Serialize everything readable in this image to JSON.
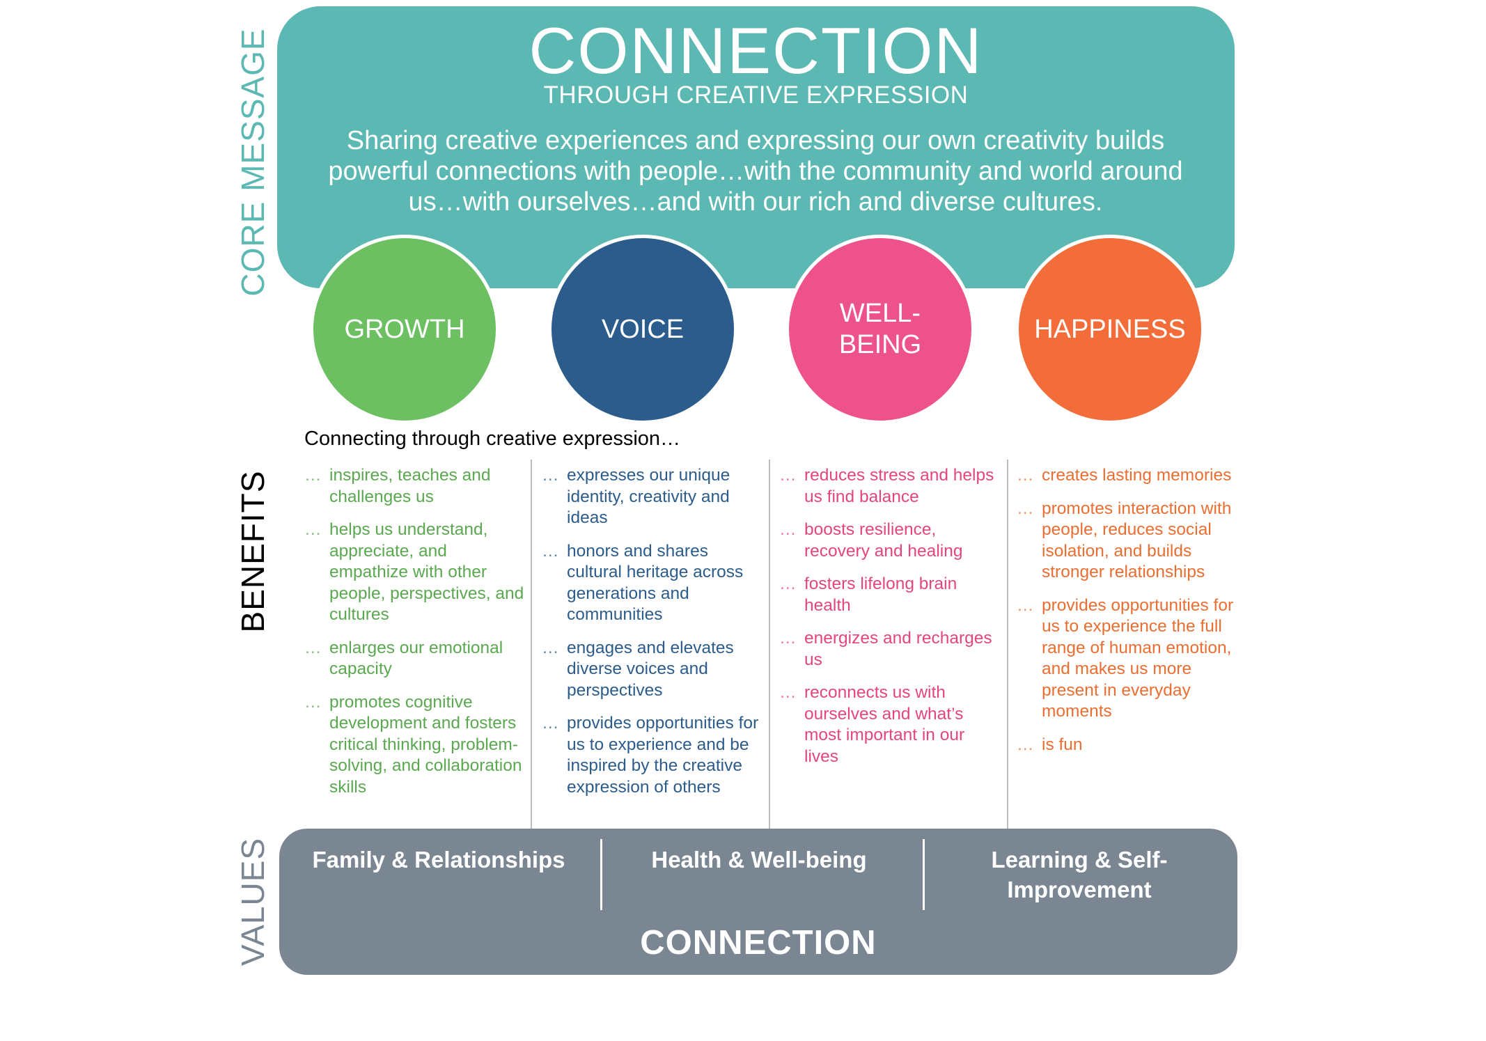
{
  "side_labels": {
    "core": "CORE MESSAGE",
    "benefits": "BENEFITS",
    "values": "VALUES"
  },
  "core": {
    "title": "CONNECTION",
    "subtitle": "THROUGH CREATIVE EXPRESSION",
    "body": "Sharing creative experiences and expressing our own creativity builds powerful connections with people…with the community and world around us…with ourselves…and with our rich and diverse cultures."
  },
  "circles": [
    {
      "label": "GROWTH",
      "color": "#6cc062"
    },
    {
      "label": "VOICE",
      "color": "#2b5c8b"
    },
    {
      "label": "WELL-BEING",
      "color": "#ee528b"
    },
    {
      "label": "HAPPINESS",
      "color": "#f26d3a"
    }
  ],
  "intro": "Connecting through creative expression…",
  "bullet_prefix": "…",
  "columns": [
    {
      "color": "#5aa84f",
      "items": [
        "inspires, teaches and challenges us",
        "helps us understand, appreciate, and empathize with other people, perspectives, and cultures",
        "enlarges our emotional capacity",
        "promotes cognitive development and fosters critical thinking, problem-solving, and collaboration skills"
      ]
    },
    {
      "color": "#2b5c8b",
      "items": [
        "expresses our unique identity, creativity and ideas",
        "honors and shares cultural heritage across generations and communities",
        "engages and elevates diverse voices and perspectives",
        "provides opportunities for us to experience and be inspired by the creative expression of others"
      ]
    },
    {
      "color": "#e4457f",
      "items": [
        "reduces stress and helps us find balance",
        "boosts resilience, recovery and healing",
        "fosters lifelong brain health",
        "energizes and recharges us",
        "reconnects us with ourselves and what’s most important in our lives"
      ]
    },
    {
      "color": "#ea6e31",
      "items": [
        "creates lasting memories",
        "promotes interaction with people, reduces social isolation, and builds stronger relationships",
        "provides opportunities for us to experience the full range of human emotion, and makes us more present in everyday moments",
        "is fun"
      ]
    }
  ],
  "values": {
    "items": [
      "Family & Relationships",
      "Health & Well-being",
      "Learning & Self-Improvement"
    ],
    "title": "CONNECTION"
  },
  "colors": {
    "teal": "#5cb8b2",
    "slate": "#7a8793"
  }
}
